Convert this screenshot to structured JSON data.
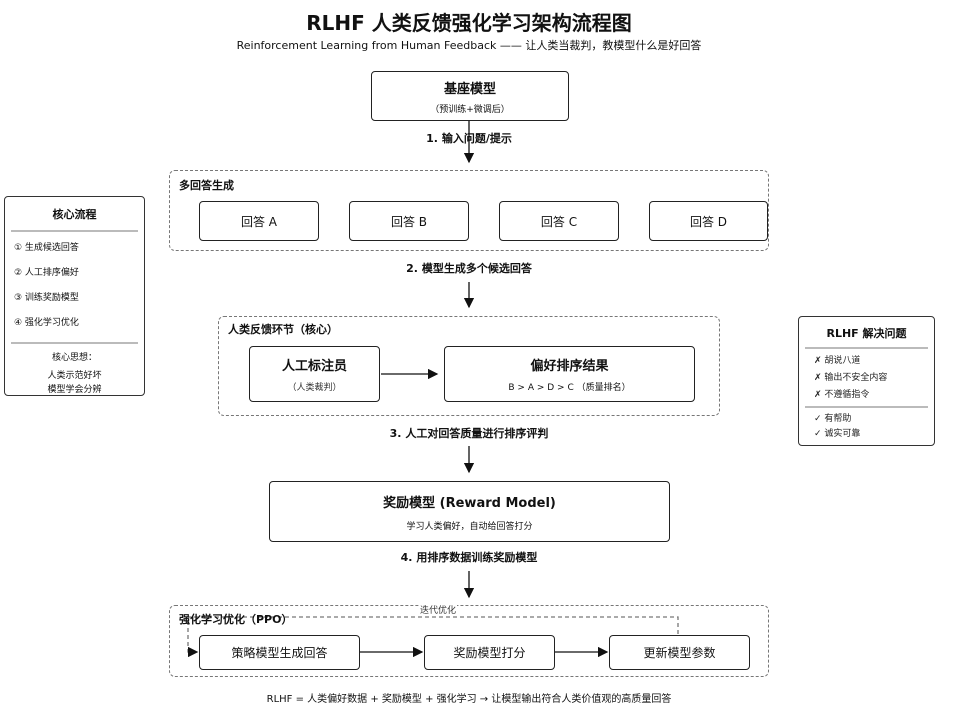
{
  "title": "RLHF 人类反馈强化学习架构流程图",
  "subtitle": "Reinforcement Learning from Human Feedback —— 让人类当裁判，教模型什么是好回答",
  "base_model": {
    "title": "基座模型",
    "sub": "（预训练+微调后）"
  },
  "steps": [
    "1. 输入问题/提示",
    "2. 模型生成多个候选回答",
    "3. 人工对回答质量进行排序评判",
    "4. 用排序数据训练奖励模型"
  ],
  "multi": {
    "label": "多回答生成",
    "answers": [
      "回答 A",
      "回答 B",
      "回答 C",
      "回答 D"
    ]
  },
  "human": {
    "label": "人类反馈环节（核心）",
    "annotator": "人工标注员",
    "annotator_sub": "（人类裁判）",
    "ranking": "偏好排序结果",
    "ranking_sub": "B > A > D > C （质量排名）"
  },
  "reward": {
    "title": "奖励模型 (Reward Model)",
    "sub": "学习人类偏好，自动给回答打分"
  },
  "ppo": {
    "label": "强化学习优化（PPO）",
    "loop": "迭代优化",
    "boxes": [
      "策略模型生成回答",
      "奖励模型打分",
      "更新模型参数"
    ]
  },
  "footer": "RLHF = 人类偏好数据 + 奖励模型 + 强化学习 → 让模型输出符合人类价值观的高质量回答",
  "left_panel": {
    "title": "核心流程",
    "items": [
      "① 生成候选回答",
      "② 人工排序偏好",
      "③ 训练奖励模型",
      "④ 强化学习优化"
    ],
    "idea_title": "核心思想：",
    "idea_lines": [
      "人类示范好坏",
      "模型学会分辨"
    ]
  },
  "right_panel": {
    "title": "RLHF 解决问题",
    "bad": [
      "✗ 胡说八道",
      "✗ 输出不安全内容",
      "✗ 不遵循指令"
    ],
    "good": [
      "✓ 有帮助",
      "✓ 诚实可靠"
    ]
  }
}
